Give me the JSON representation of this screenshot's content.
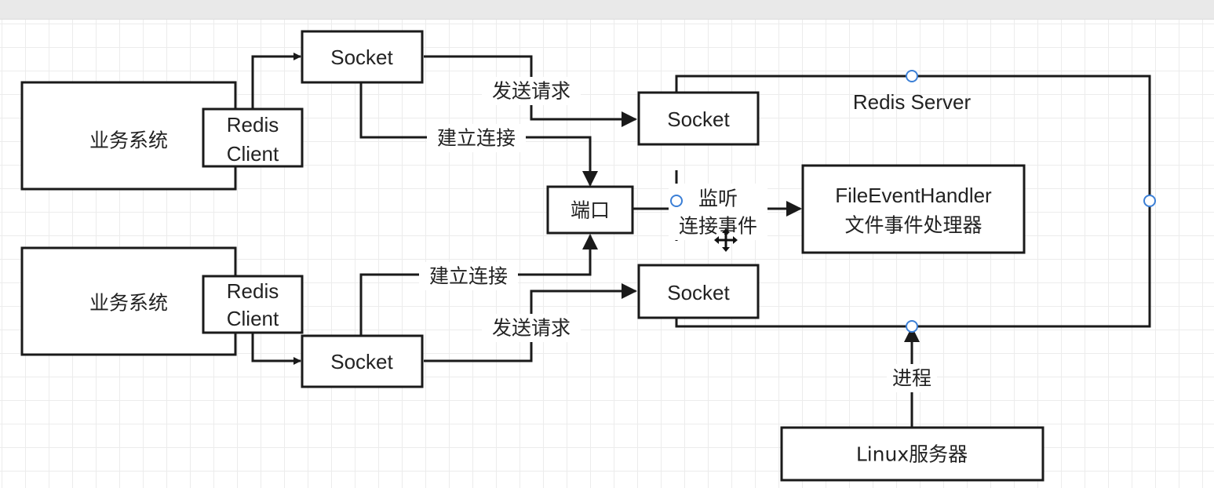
{
  "diagram": {
    "business_system_top": "业务系统",
    "business_system_bottom": "业务系统",
    "redis_client_top": [
      "Redis",
      "Client"
    ],
    "redis_client_bottom": [
      "Redis",
      "Client"
    ],
    "socket_client_top": "Socket",
    "socket_client_bottom": "Socket",
    "socket_server_top": "Socket",
    "socket_server_bottom": "Socket",
    "port": "端口",
    "redis_server": "Redis Server",
    "listen_label": [
      "监听",
      "连接事件"
    ],
    "file_event_handler": [
      "FileEventHandler",
      "文件事件处理器"
    ],
    "send_request_top": "发送请求",
    "send_request_bottom": "发送请求",
    "establish_connection_top": "建立连接",
    "establish_connection_bottom": "建立连接",
    "process_label": "进程",
    "linux_server": "Linux服务器"
  },
  "colors": {
    "stroke": "#1a1a1a",
    "connection_point": "#3b7fd6",
    "grid": "#ececec"
  }
}
